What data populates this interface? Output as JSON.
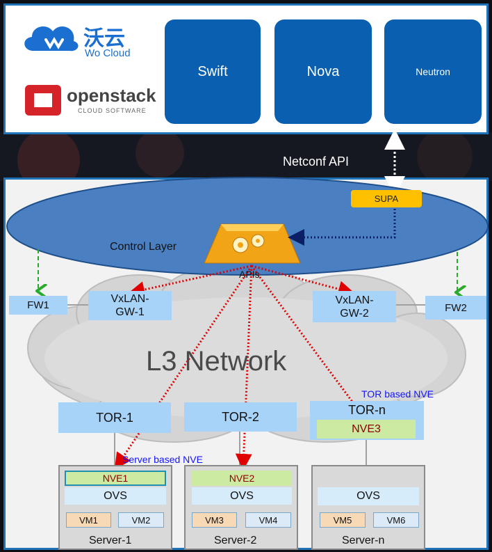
{
  "services": {
    "logo_wocloud_name": "沃云",
    "logo_wocloud_sub": "Wo Cloud",
    "logo_openstack_name": "openstack",
    "logo_openstack_sub": "CLOUD SOFTWARE",
    "swift": "Swift",
    "nova": "Nova",
    "neutron": "Neutron"
  },
  "api": {
    "netconf": "Netconf API",
    "supa": "SUPA",
    "apis": "APIs"
  },
  "control": {
    "label": "Control Layer"
  },
  "network": {
    "l3": "L3 Network",
    "fw1": "FW1",
    "fw2": "FW2",
    "gw1": "VxLAN-\nGW-1",
    "gw2": "VxLAN-\nGW-2",
    "tor1": "TOR-1",
    "tor2": "TOR-2",
    "torn": "TOR-n",
    "tor_nve": "TOR based NVE",
    "server_nve": "Server based NVE"
  },
  "servers": [
    {
      "name": "Server-1",
      "nve": "NVE1",
      "ovs": "OVS",
      "vms": [
        "VM1",
        "VM2"
      ]
    },
    {
      "name": "Server-2",
      "nve": "NVE2",
      "ovs": "OVS",
      "vms": [
        "VM3",
        "VM4"
      ]
    },
    {
      "name": "Server-n",
      "nve": "",
      "ovs": "OVS",
      "vms": [
        "VM5",
        "VM6"
      ]
    }
  ],
  "nve3": "NVE3",
  "colors": {
    "panel_border": "#1f73b7",
    "service_blue": "#0b5fb0",
    "box_blue": "#a6d3f7",
    "ellipse": "#4a7fc1",
    "supa": "#ffc000",
    "nve_green": "#cdeaa3",
    "arrow_red": "#e00000"
  }
}
